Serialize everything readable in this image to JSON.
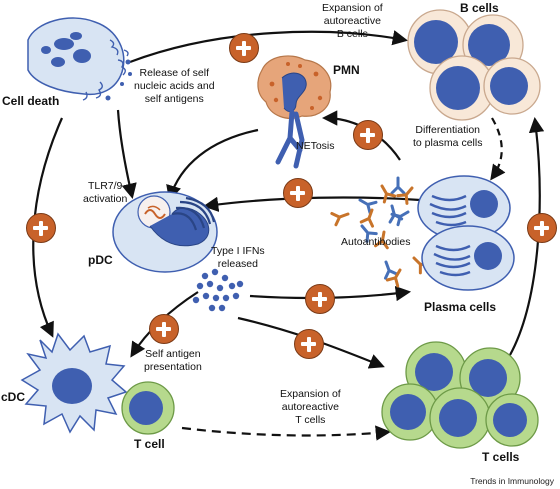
{
  "labels": {
    "cell_death": "Cell death",
    "release_self": "Release of self\nnucleic acids and\nself antigens",
    "expansion_b": "Expansion of\nautoreactive\nB cells",
    "b_cells": "B cells",
    "pmn": "PMN",
    "netosis": "NETosis",
    "differentiation": "Differentiation\nto plasma cells",
    "tlr": "TLR7/9\nactivation",
    "pdc": "pDC",
    "type1_ifn": "Type I IFNs\nreleased",
    "autoantibodies": "Autoantibodies",
    "plasma_cells": "Plasma cells",
    "self_antigen_presentation": "Self antigen\npresentation",
    "cdc": "cDC",
    "t_cell": "T cell",
    "expansion_t": "Expansion of\nautoreactive\nT cells",
    "t_cells": "T cells",
    "credit": "Trends in Immunology"
  },
  "colors": {
    "nucleus_blue": "#3f5fb0",
    "cytoplasm_light_blue": "#d8e4f3",
    "b_cell_cytoplasm": "#f8e8d8",
    "t_cell_cytoplasm": "#b6d98d",
    "plus_orange": "#c8622a",
    "pmn_orange": "#e6a57a",
    "antibody_blue": "#4670b8",
    "antibody_orange": "#c8742a"
  },
  "icons": [
    "plus-badge-icon",
    "arrow-icon",
    "antibody-icon"
  ]
}
